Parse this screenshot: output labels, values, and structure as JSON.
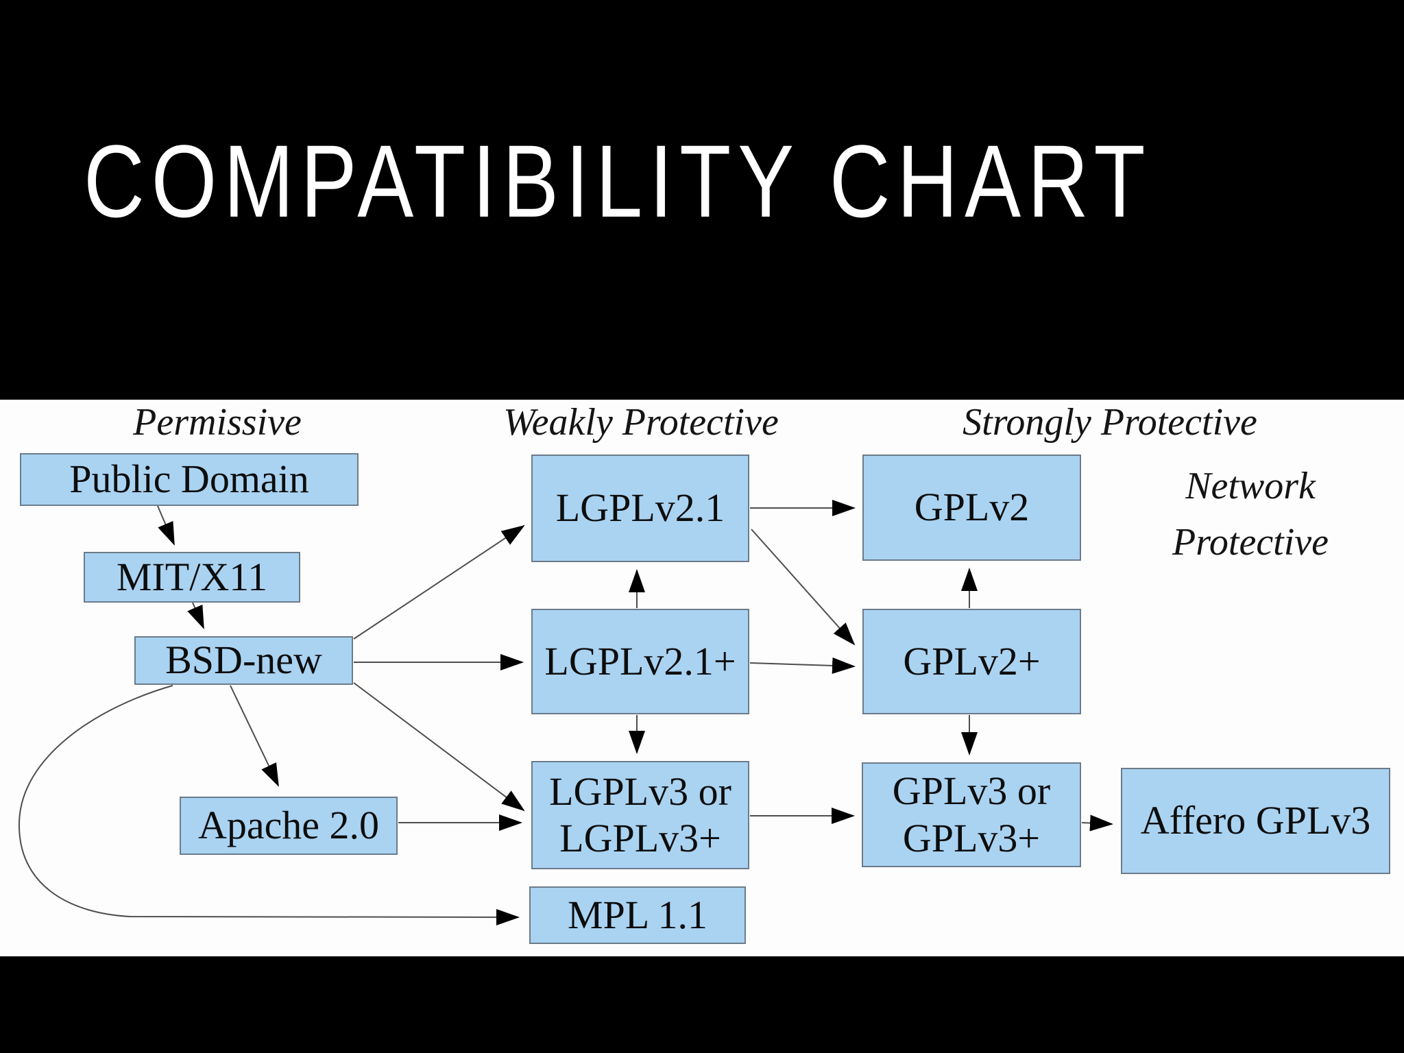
{
  "title": "COMPATIBILITY CHART",
  "diagram": {
    "column_headers": {
      "permissive": "Permissive",
      "weakly_protective": "Weakly Protective",
      "strongly_protective": "Strongly Protective",
      "network_protective_line1": "Network",
      "network_protective_line2": "Protective"
    },
    "nodes": {
      "public_domain": {
        "label": "Public Domain",
        "category": "Permissive"
      },
      "mit_x11": {
        "label": "MIT/X11",
        "category": "Permissive"
      },
      "bsd_new": {
        "label": "BSD-new",
        "category": "Permissive"
      },
      "apache_2_0": {
        "label": "Apache 2.0",
        "category": "Permissive"
      },
      "lgplv2_1": {
        "label": "LGPLv2.1",
        "category": "Weakly Protective"
      },
      "lgplv2_1_plus": {
        "label": "LGPLv2.1+",
        "category": "Weakly Protective"
      },
      "lgplv3": {
        "label_line1": "LGPLv3 or",
        "label_line2": "LGPLv3+",
        "category": "Weakly Protective"
      },
      "mpl_1_1": {
        "label": "MPL 1.1",
        "category": "Weakly Protective"
      },
      "gplv2": {
        "label": "GPLv2",
        "category": "Strongly Protective"
      },
      "gplv2_plus": {
        "label": "GPLv2+",
        "category": "Strongly Protective"
      },
      "gplv3": {
        "label_line1": "GPLv3 or",
        "label_line2": "GPLv3+",
        "category": "Strongly Protective"
      },
      "affero_gplv3": {
        "label": "Affero GPLv3",
        "category": "Network Protective"
      }
    },
    "edges": [
      {
        "from": "public_domain",
        "to": "mit_x11"
      },
      {
        "from": "mit_x11",
        "to": "bsd_new"
      },
      {
        "from": "bsd_new",
        "to": "lgplv2_1"
      },
      {
        "from": "bsd_new",
        "to": "lgplv2_1_plus"
      },
      {
        "from": "bsd_new",
        "to": "lgplv3"
      },
      {
        "from": "bsd_new",
        "to": "apache_2_0"
      },
      {
        "from": "bsd_new",
        "to": "mpl_1_1"
      },
      {
        "from": "apache_2_0",
        "to": "lgplv3"
      },
      {
        "from": "lgplv2_1_plus",
        "to": "lgplv2_1"
      },
      {
        "from": "lgplv2_1_plus",
        "to": "lgplv3"
      },
      {
        "from": "lgplv2_1",
        "to": "gplv2"
      },
      {
        "from": "lgplv2_1",
        "to": "gplv2_plus"
      },
      {
        "from": "lgplv2_1_plus",
        "to": "gplv2_plus"
      },
      {
        "from": "gplv2_plus",
        "to": "gplv2"
      },
      {
        "from": "gplv2_plus",
        "to": "gplv3"
      },
      {
        "from": "lgplv3",
        "to": "gplv3"
      },
      {
        "from": "gplv3",
        "to": "affero_gplv3"
      }
    ],
    "colors": {
      "slide_background": "#000000",
      "canvas_background": "#fdfdfd",
      "node_fill": "#aad3f2",
      "node_border": "#6b7b8a",
      "edge_line": "#4d4d4d",
      "arrowhead": "#000000",
      "title_color": "#ffffff",
      "text_color": "#0d0d0d"
    }
  }
}
